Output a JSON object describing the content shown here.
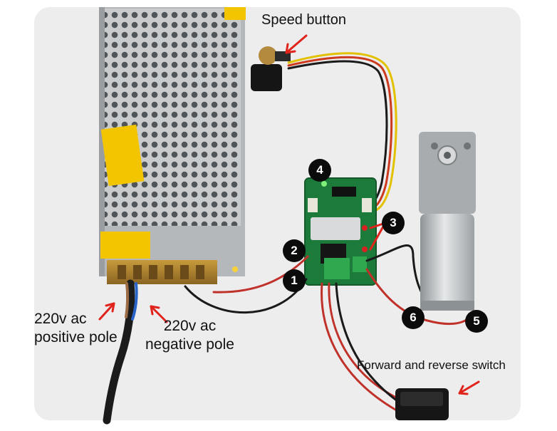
{
  "labels": {
    "speed_button": "Speed button",
    "ac_positive": "220v ac\npositive pole",
    "ac_negative": "220v ac\nnegative pole",
    "switch": "Forward and reverse switch"
  },
  "markers": [
    "1",
    "2",
    "3",
    "4",
    "5",
    "6"
  ],
  "colors": {
    "arrow": "#e0231b",
    "marker_bg": "#0b0b0b",
    "board": "#1c7a3a",
    "psu_metal": "#bfc2c4"
  }
}
